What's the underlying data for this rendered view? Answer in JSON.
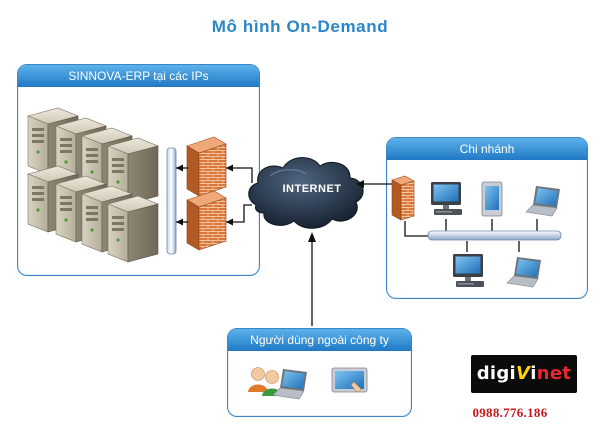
{
  "title": "Mô hình On-Demand",
  "panels": {
    "erp": {
      "header": "SINNOVA-ERP tại các IPs"
    },
    "branch": {
      "header": "Chi nhánh"
    },
    "external": {
      "header": "Người dùng ngoài công ty"
    }
  },
  "internet": {
    "label": "INTERNET"
  },
  "logo": {
    "part1": "digi",
    "part2": "V",
    "part3": "i",
    "part4": "net"
  },
  "phone": "0988.776.186",
  "colors": {
    "title": "#2b86c8",
    "panel_border": "#3a86c8",
    "cloud": "#1e2d40",
    "firewall": "#d9773a",
    "phone": "#c8161d"
  },
  "icons": [
    "server-icon",
    "firewall-icon",
    "cloud-icon",
    "monitor-icon",
    "laptop-icon",
    "tablet-icon",
    "users-icon"
  ]
}
